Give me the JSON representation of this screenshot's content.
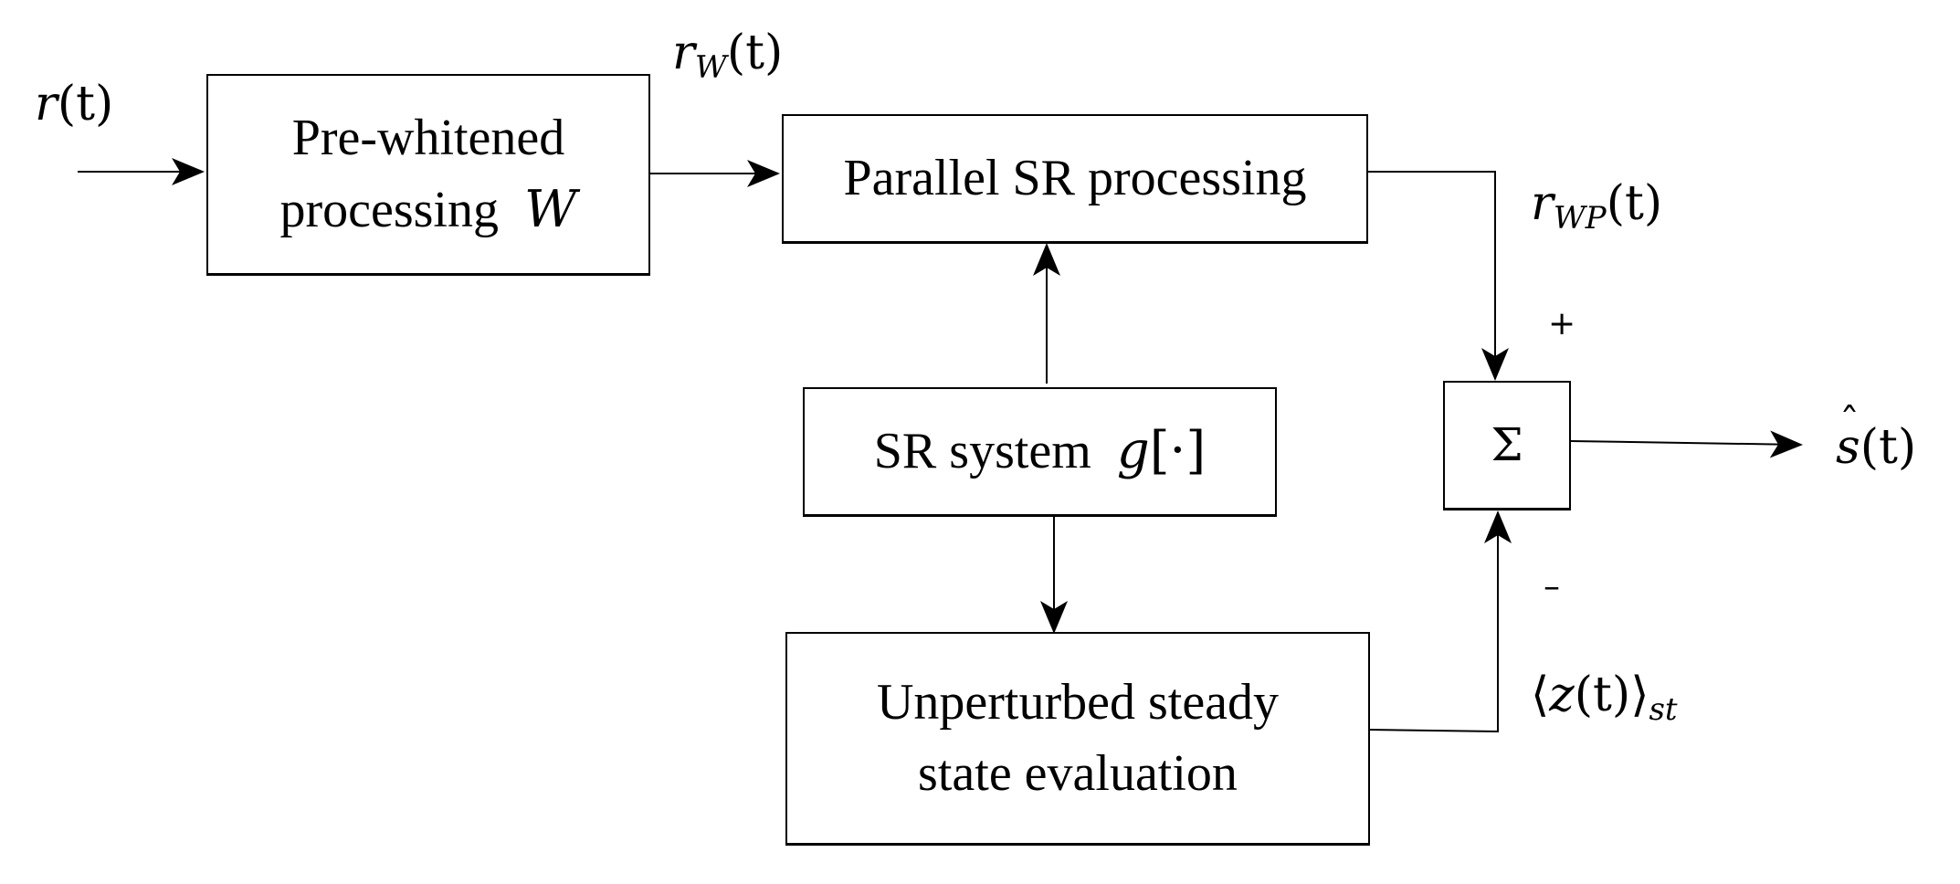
{
  "blocks": {
    "prewhitened": {
      "line1": "Pre-whitened",
      "line2_text": "processing",
      "line2_symbol": "W"
    },
    "parallel_sr": {
      "label": "Parallel SR processing"
    },
    "sr_system": {
      "text": "SR system",
      "func": "g",
      "arg": "[·]"
    },
    "steady_state": {
      "line1": "Unperturbed steady",
      "line2": "state evaluation"
    },
    "summer": {
      "symbol": "Σ"
    }
  },
  "signals": {
    "input": {
      "base": "r",
      "arg": "(t)"
    },
    "whitened": {
      "base": "r",
      "sub": "W",
      "arg": "(t)"
    },
    "parallel_out": {
      "base": "r",
      "sub": "WP",
      "arg": "(t)"
    },
    "steady": {
      "open": "⟨",
      "base": "z",
      "arg": "(t)",
      "close": "⟩",
      "sub": "st"
    },
    "output": {
      "base": "s",
      "arg": "(t)"
    }
  },
  "signs": {
    "plus": "+",
    "minus": "–"
  },
  "colors": {
    "line": "#000000",
    "background": "#ffffff"
  }
}
